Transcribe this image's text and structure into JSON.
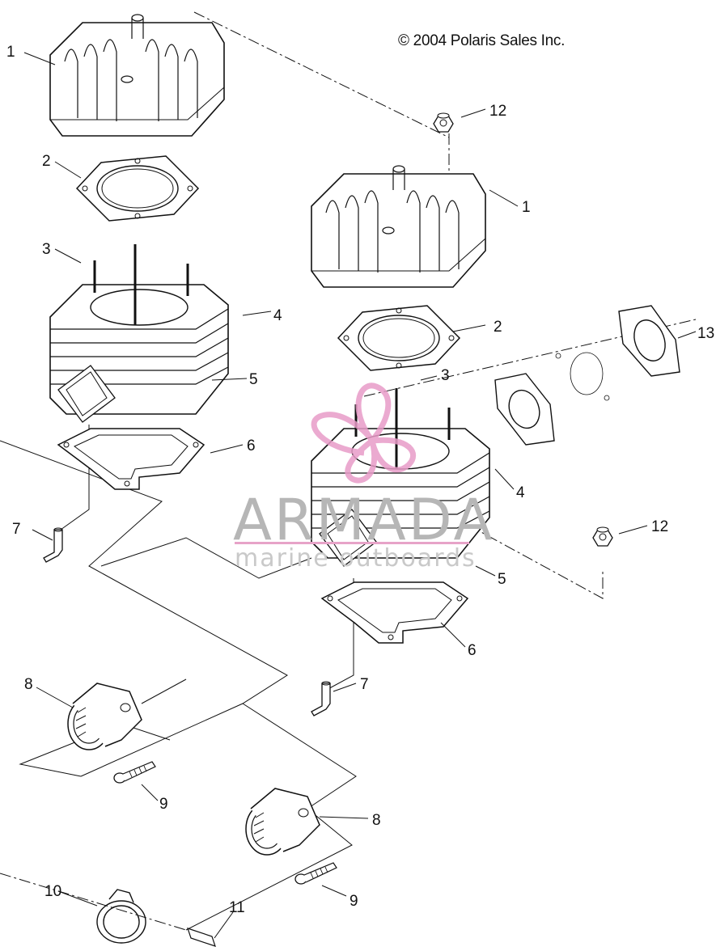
{
  "copyright": "© 2004 Polaris Sales Inc.",
  "watermark": {
    "title": "ARMADA",
    "subtitle": "marine outboards",
    "color": "#e89cc8"
  },
  "callouts": [
    "1",
    "2",
    "3",
    "4",
    "5",
    "6",
    "7",
    "12",
    "1",
    "2",
    "3",
    "13",
    "4",
    "12",
    "5",
    "6",
    "7",
    "8",
    "9",
    "8",
    "9",
    "10",
    "11"
  ]
}
